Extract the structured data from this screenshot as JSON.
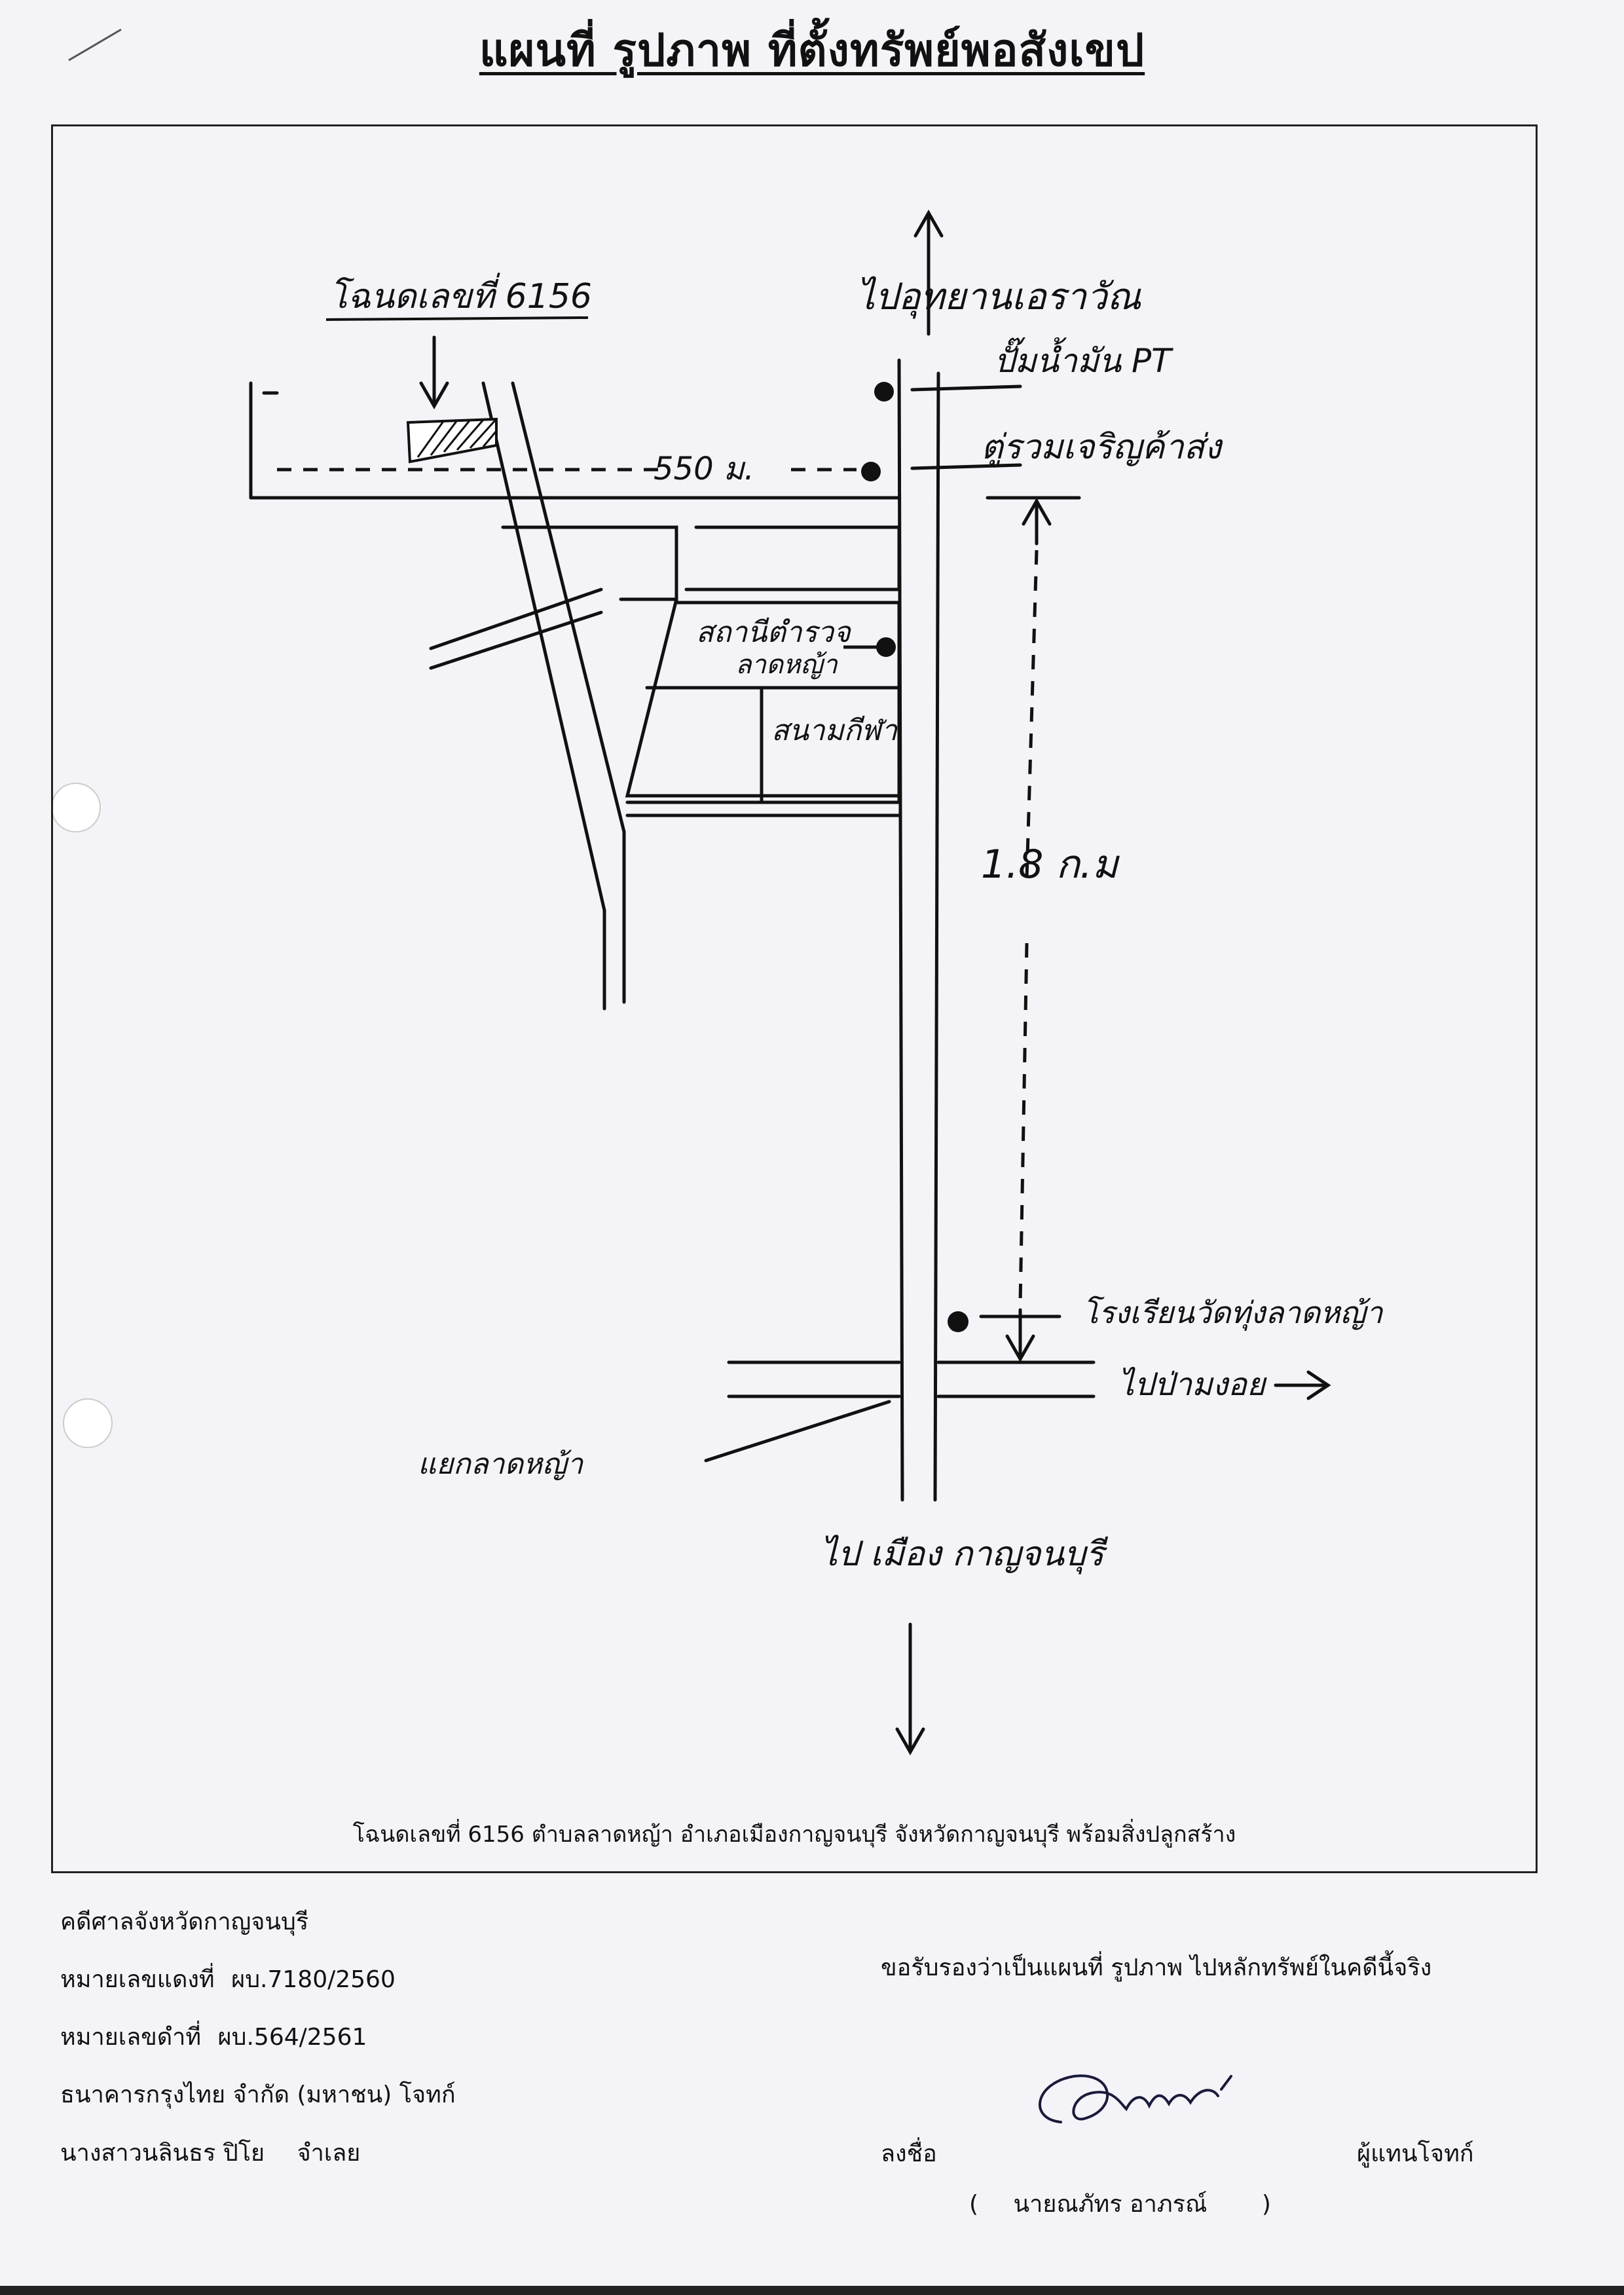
{
  "title": "แผนที่ รูปภาพ ที่ตั้งทรัพย์พอสังเขป",
  "map": {
    "labels": {
      "deed": "โฉนดเลขที่ 6156",
      "to_north": "ไปอุทยานเอราวัณ",
      "gas_station": "ปั๊มน้ำมัน PT",
      "shop": "ตู่รวมเจริญค้าส่ง",
      "distance_550": "550 ม.",
      "police_line1": "สถานีตำรวจ",
      "police_line2": "ลาดหญ้า",
      "stadium": "สนามกีฬา",
      "distance_18": "1.8 ก.ม",
      "school": "โรงเรียนวัดทุ่งลาดหญ้า",
      "to_east": "ไปป่ามงอย",
      "junction": "แยกลาดหญ้า",
      "to_south": "ไป เมือง กาญจนบุรี"
    },
    "caption": "โฉนดเลขที่ 6156 ตำบลลาดหญ้า อำเภอเมืองกาญจนบุรี จังหวัดกาญจนบุรี พร้อมสิ่งปลูกสร้าง"
  },
  "case": {
    "court": "คดีศาลจังหวัดกาญจนบุรี",
    "red_number_label": "หมายเลขแดงที่",
    "red_number": "ผบ.7180/2560",
    "black_number_label": "หมายเลขดำที่",
    "black_number": "ผบ.564/2561",
    "plaintiff": "ธนาคารกรุงไทย จำกัด (มหาชน) โจทก์",
    "defendant_name": "นางสาวนลินธร ปิโย",
    "defendant_role": "จำเลย"
  },
  "certification": {
    "statement": "ขอรับรองว่าเป็นแผนที่ รูปภาพ ไปหลักทรัพย์ในคดีนี้จริง",
    "sign_label": "ลงชื่อ",
    "role": "ผู้แทนโจทก์",
    "name_open": "(",
    "name": "นายณภัทร อาภรณ์",
    "name_close": ")"
  },
  "colors": {
    "ink": "#111111",
    "paper": "#f4f4f8"
  }
}
